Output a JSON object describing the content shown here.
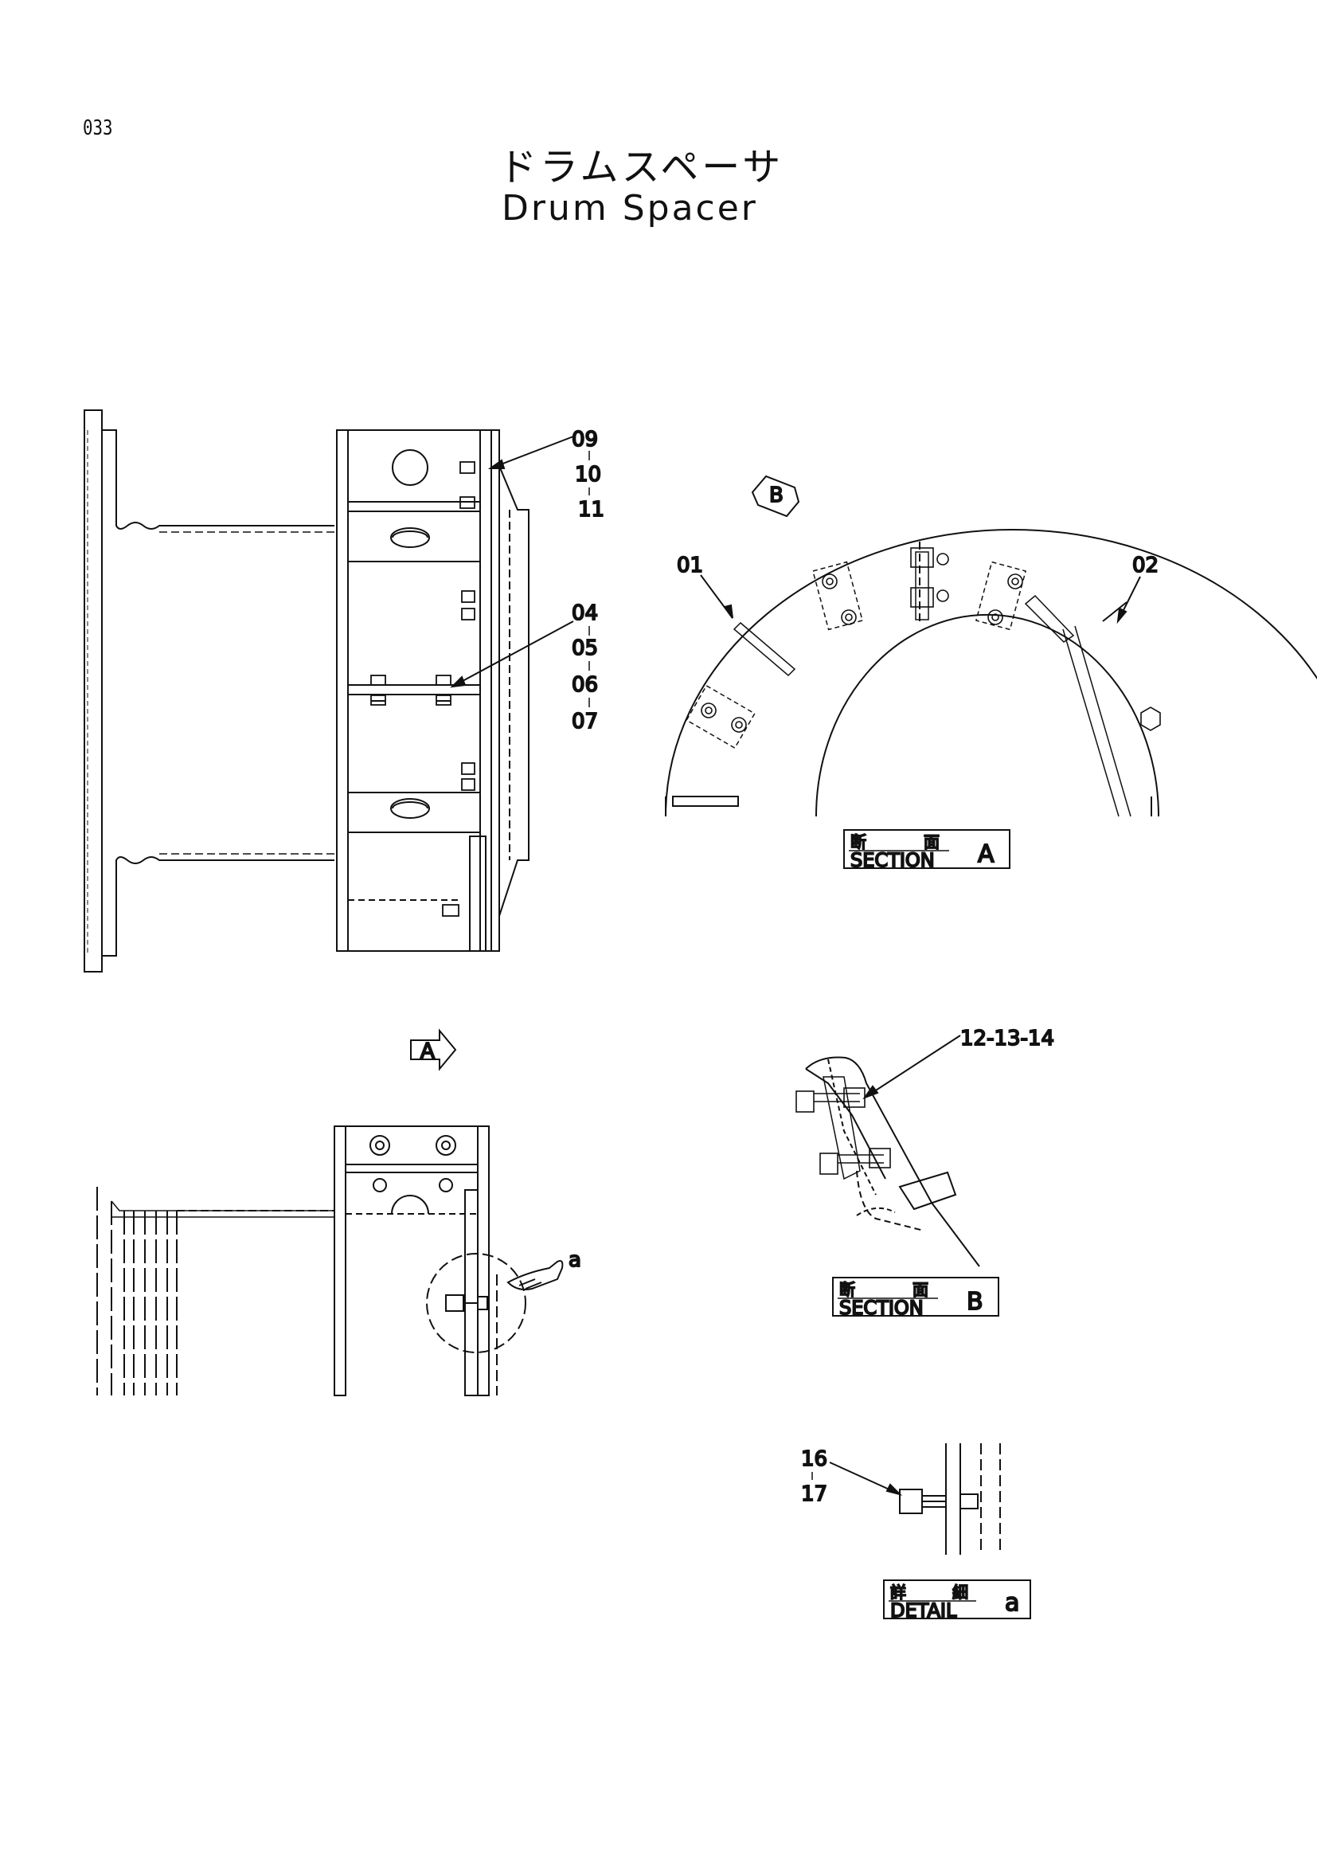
{
  "page": {
    "number": "033"
  },
  "title": {
    "japanese": "ドラムスペーサ",
    "english": "Drum Spacer"
  },
  "callouts": {
    "c09": [
      "09",
      "10",
      "11"
    ],
    "c04": [
      "04",
      "05",
      "06",
      "07"
    ],
    "c01": "01",
    "c02": "02",
    "c12": "12-13-14",
    "c16": [
      "16",
      "17"
    ],
    "a": "a"
  },
  "view_markers": {
    "A": "A",
    "B": "B"
  },
  "title_boxes": {
    "sectionA": {
      "jp1": "断",
      "jp2": "面",
      "en": "SECTION",
      "letter": "A"
    },
    "sectionB": {
      "jp1": "断",
      "jp2": "面",
      "en": "SECTION",
      "letter": "B"
    },
    "detailA": {
      "jp1": "詳",
      "jp2": "細",
      "en": "DETAIL",
      "letter": "a"
    }
  }
}
